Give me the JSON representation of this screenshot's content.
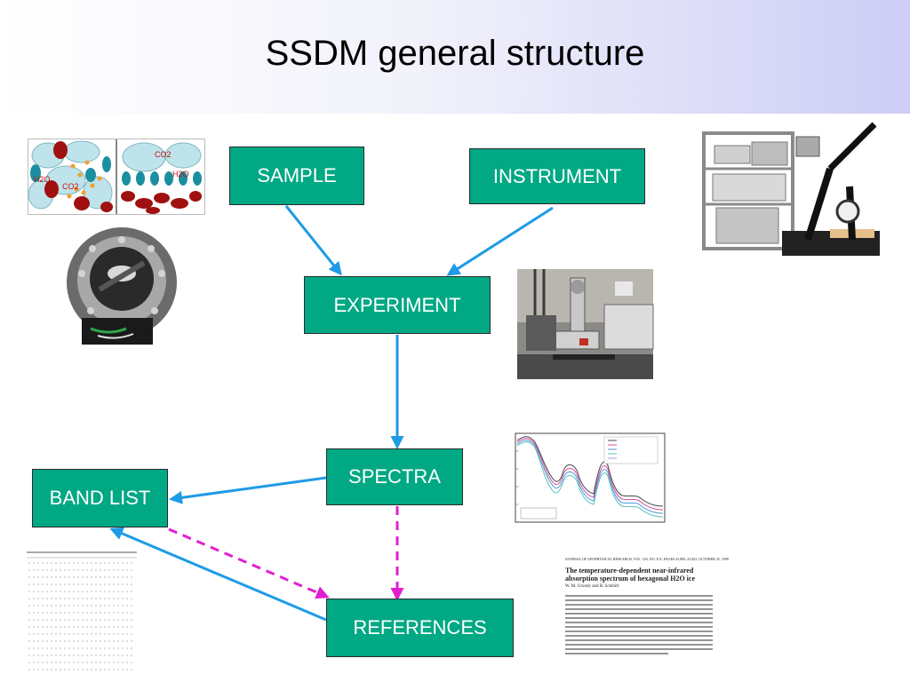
{
  "slide": {
    "title": "SSDM general structure"
  },
  "nodes": {
    "sample": "SAMPLE",
    "instrument": "INSTRUMENT",
    "experiment": "EXPERIMENT",
    "spectra": "SPECTRA",
    "band_list": "BAND LIST",
    "references": "REFERENCES"
  },
  "edges": [
    {
      "from": "sample",
      "to": "experiment",
      "style": "solid",
      "color": "#1e9be6"
    },
    {
      "from": "instrument",
      "to": "experiment",
      "style": "solid",
      "color": "#1e9be6"
    },
    {
      "from": "experiment",
      "to": "spectra",
      "style": "solid",
      "color": "#1e9be6"
    },
    {
      "from": "spectra",
      "to": "band_list",
      "style": "solid",
      "color": "#1e9be6"
    },
    {
      "from": "references",
      "to": "band_list",
      "style": "solid",
      "color": "#1e9be6"
    },
    {
      "from": "spectra",
      "to": "references",
      "style": "dashed",
      "color": "#e020d0"
    },
    {
      "from": "band_list",
      "to": "references",
      "style": "dashed",
      "color": "#e020d0"
    }
  ],
  "colors": {
    "node_fill": "#00a884",
    "solid_arrow": "#1e9be6",
    "dashed_arrow": "#e020d0"
  },
  "illustrations": {
    "ice_mixture": {
      "labels": [
        "H2O",
        "CO2",
        "CO2",
        "H2O"
      ]
    },
    "paper": {
      "header": "JOURNAL OF GEOPHYSICAL RESEARCH, VOL. 103, NO. E11, PAGES 25,809–25,822, OCTOBER 25, 1998",
      "title": "The temperature-dependent near-infrared absorption spectrum of hexagonal H2O ice",
      "authors": "W. M. Grundy and B. Schmitt"
    }
  }
}
